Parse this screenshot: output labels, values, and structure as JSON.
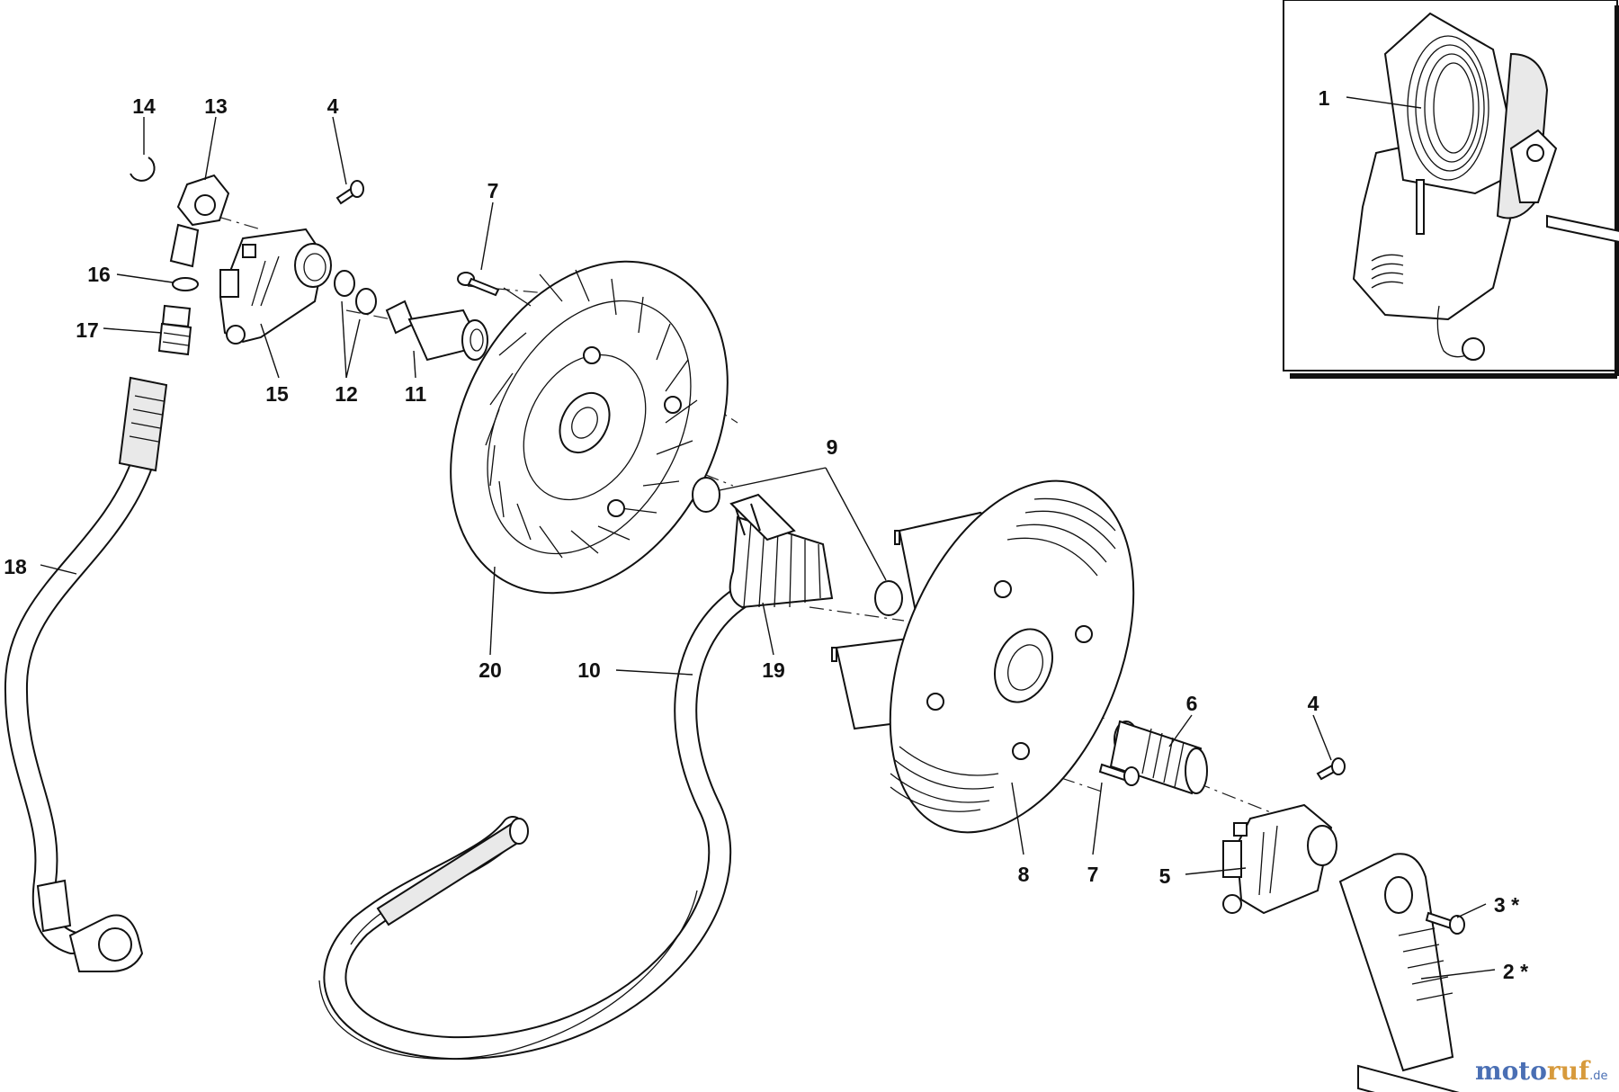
{
  "callouts": [
    {
      "id": "c1",
      "text": "1"
    },
    {
      "id": "c2",
      "text": "2 *"
    },
    {
      "id": "c3",
      "text": "3 *"
    },
    {
      "id": "c4a",
      "text": "4"
    },
    {
      "id": "c4b",
      "text": "4"
    },
    {
      "id": "c5",
      "text": "5"
    },
    {
      "id": "c6",
      "text": "6"
    },
    {
      "id": "c7a",
      "text": "7"
    },
    {
      "id": "c7b",
      "text": "7"
    },
    {
      "id": "c8",
      "text": "8"
    },
    {
      "id": "c9",
      "text": "9"
    },
    {
      "id": "c10",
      "text": "10"
    },
    {
      "id": "c11",
      "text": "11"
    },
    {
      "id": "c12",
      "text": "12"
    },
    {
      "id": "c13",
      "text": "13"
    },
    {
      "id": "c14",
      "text": "14"
    },
    {
      "id": "c15",
      "text": "15"
    },
    {
      "id": "c16",
      "text": "16"
    },
    {
      "id": "c17",
      "text": "17"
    },
    {
      "id": "c18",
      "text": "18"
    },
    {
      "id": "c19",
      "text": "19"
    },
    {
      "id": "c20",
      "text": "20"
    }
  ],
  "watermark": {
    "part1": "moto",
    "part2": "ruf",
    "suffix": ".de"
  }
}
